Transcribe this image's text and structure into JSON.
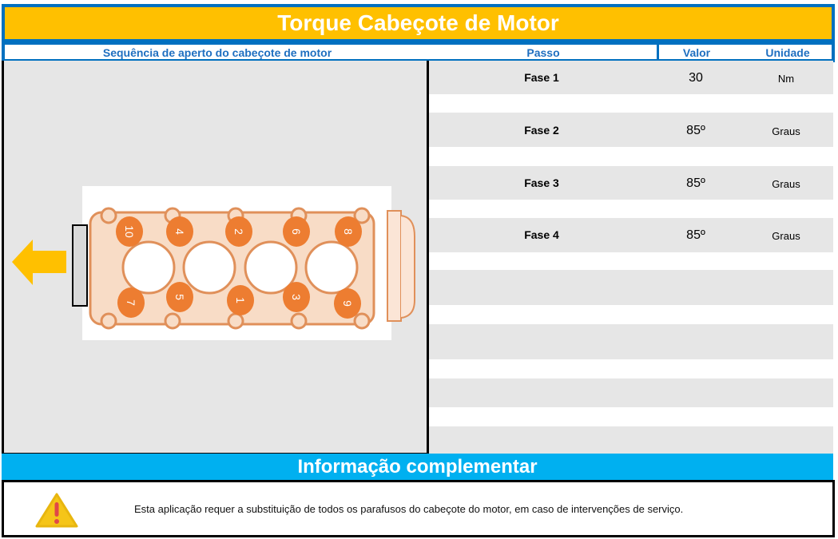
{
  "title": "Torque Cabeçote de Motor",
  "header": {
    "sequence": "Sequência de aperto do cabeçote de motor",
    "step": "Passo",
    "value": "Valor",
    "unit": "Unidade"
  },
  "steps": [
    {
      "step": "Fase 1",
      "value": "30",
      "unit": "Nm"
    },
    {
      "step": "Fase 2",
      "value": "85º",
      "unit": "Graus"
    },
    {
      "step": "Fase 3",
      "value": "85º",
      "unit": "Graus"
    },
    {
      "step": "Fase 4",
      "value": "85º",
      "unit": "Graus"
    }
  ],
  "diagram": {
    "bolts_top": [
      "10",
      "4",
      "2",
      "6",
      "8"
    ],
    "bolts_bottom": [
      "7",
      "5",
      "1",
      "3",
      "9"
    ]
  },
  "info": {
    "title": "Informação complementar",
    "note": "Esta aplicação requer a substituição de todos os parafusos do cabeçote do motor, em caso de intervenções de serviço.",
    "icon": "warning-icon"
  },
  "colors": {
    "title_bg": "#ffc000",
    "border": "#0070c0",
    "info_bg": "#00b0f0",
    "bolt": "#ed7d31"
  }
}
